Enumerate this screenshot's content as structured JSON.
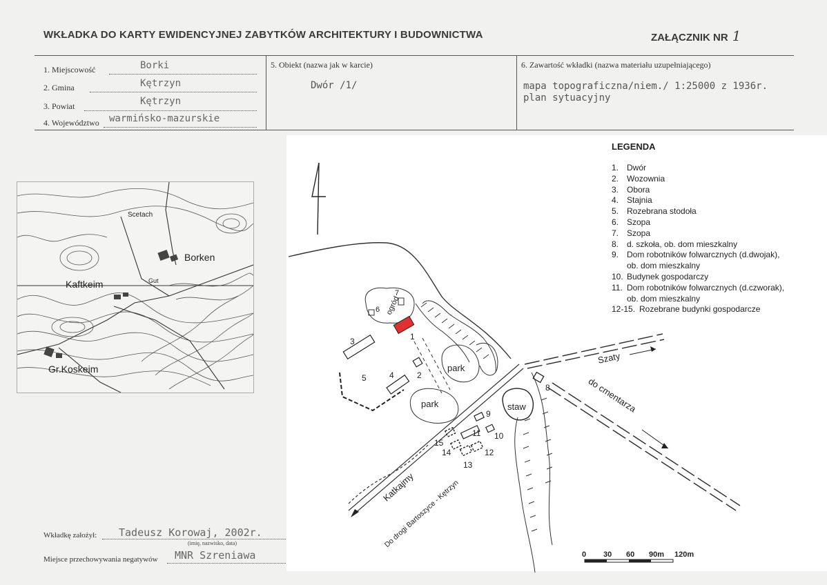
{
  "header": {
    "title": "WKŁADKA DO KARTY EWIDENCYJNEJ ZABYTKÓW ARCHITEKTURY I BUDOWNICTWA",
    "annex_label": "ZAŁĄCZNIK NR",
    "annex_number": "1"
  },
  "fields": [
    {
      "label": "1. Miejscowość",
      "value": "Borki"
    },
    {
      "label": "2. Gmina",
      "value": "Kętrzyn"
    },
    {
      "label": "3. Powiat",
      "value": "Kętrzyn"
    },
    {
      "label": "4. Województwo",
      "value": "warmińsko-mazurskie"
    }
  ],
  "object": {
    "heading": "5. Obiekt (nazwa jak w karcie)",
    "value": "Dwór /1/"
  },
  "contents": {
    "heading": "6. Zawartość wkładki (nazwa materiału uzupełniającego)",
    "line1": "mapa topograficzna/niem./ 1:25000 z 1936r.",
    "line2": "plan sytuacyjny"
  },
  "topo_map": {
    "labels": {
      "borken": "Borken",
      "kaftkeim": "Kaftkeim",
      "koskeim": "Gr.Koskeim",
      "scetach": "Scetach",
      "gut": "Gut"
    }
  },
  "legend": {
    "title": "LEGENDA",
    "items": [
      {
        "num": "1.",
        "text": "Dwór"
      },
      {
        "num": "2.",
        "text": "Wozownia"
      },
      {
        "num": "3.",
        "text": "Obora"
      },
      {
        "num": "4.",
        "text": "Stajnia"
      },
      {
        "num": "5.",
        "text": "Rozebrana stodoła"
      },
      {
        "num": "6.",
        "text": "Szopa"
      },
      {
        "num": "7.",
        "text": "Szopa"
      },
      {
        "num": "8.",
        "text": "d. szkoła, ob. dom mieszkalny"
      },
      {
        "num": "9.",
        "text": "Dom robotników folwarcznych (d.dwojak),",
        "sub": "ob. dom mieszkalny"
      },
      {
        "num": "10.",
        "text": "Budynek gospodarczy"
      },
      {
        "num": "11.",
        "text": "Dom robotników folwarcznych (d.czworak),",
        "sub": "ob. dom mieszkalny"
      },
      {
        "num": "12-15.",
        "text": "Rozebrane budynki gospodarcze"
      }
    ]
  },
  "site_plan": {
    "labels": {
      "ogrod": "ogród",
      "park1": "park",
      "park2": "park",
      "staw": "staw",
      "szaty": "Szaty",
      "cmentarz": "do cmentarza",
      "katkajmy": "Katkajmy",
      "droga": "Do drogi Bartoszyce - Kętrzyn"
    },
    "numbers": [
      "1",
      "2",
      "3",
      "4",
      "5",
      "6",
      "7",
      "8",
      "9",
      "10",
      "11",
      "12",
      "13",
      "14",
      "15"
    ],
    "scale": [
      "0",
      "30",
      "60",
      "90m",
      "120m"
    ],
    "highlight_color": "#e03030"
  },
  "footer": {
    "founded_label": "Wkładkę założył:",
    "founded_value": "Tadeusz Korowaj, 2002r.",
    "founded_note": "(imię, nazwisko, data)",
    "storage_label": "Miejsce przechowywania negatywów",
    "storage_value": "MNR Szreniawa"
  }
}
